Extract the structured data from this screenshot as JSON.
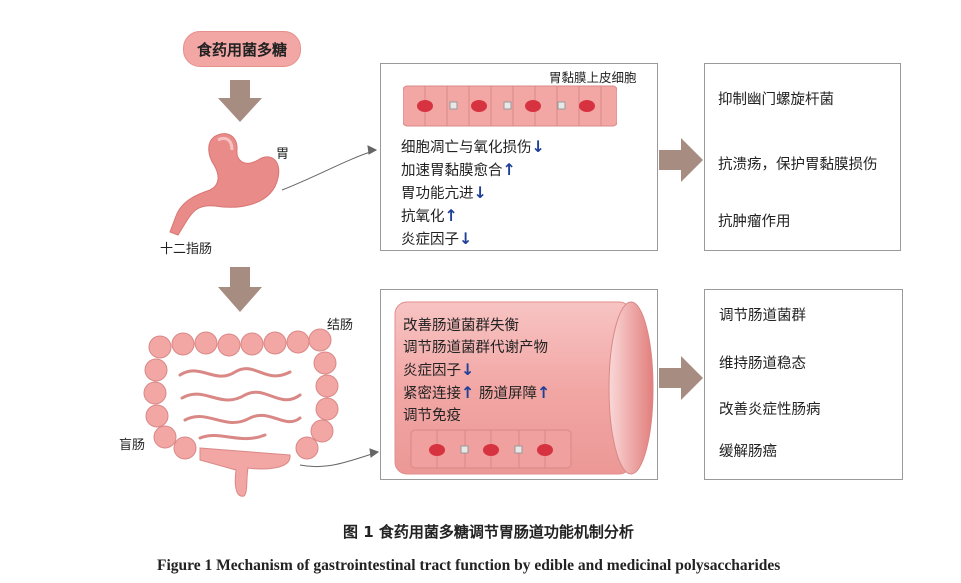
{
  "source_label": "食药用菌多糖",
  "stomach": {
    "organ_label": "胃",
    "duodenum_label": "十二指肠",
    "epithelium_label": "胃黏膜上皮细胞",
    "effects": [
      {
        "text": "细胞凋亡与氧化损伤",
        "arrow": "↓"
      },
      {
        "text": "加速胃黏膜愈合",
        "arrow": "↑"
      },
      {
        "text": "胃功能亢进",
        "arrow": "↓"
      },
      {
        "text": "抗氧化",
        "arrow": "↑"
      },
      {
        "text": "炎症因子",
        "arrow": "↓"
      }
    ],
    "outcomes": [
      "抑制幽门螺旋杆菌",
      "抗溃疡，保护胃黏膜损伤",
      "抗肿瘤作用"
    ]
  },
  "intestine": {
    "colon_label": "结肠",
    "cecum_label": "盲肠",
    "effects": [
      {
        "text": "改善肠道菌群失衡",
        "arrow": ""
      },
      {
        "text": "调节肠道菌群代谢产物",
        "arrow": ""
      },
      {
        "text": "炎症因子",
        "arrow": "↓"
      },
      {
        "text": "紧密连接",
        "arrow": "↑",
        "text2": "肠道屏障",
        "arrow2": "↑"
      },
      {
        "text": "调节免疫",
        "arrow": ""
      }
    ],
    "outcomes": [
      "调节肠道菌群",
      "维持肠道稳态",
      "改善炎症性肠病",
      "缓解肠癌"
    ]
  },
  "caption_zh": "图 1  食药用菌多糖调节胃肠道功能机制分析",
  "caption_en": "Figure 1  Mechanism of gastrointestinal tract function by edible and medicinal polysaccharides",
  "colors": {
    "pink": "#f2a7a5",
    "arrow_blue": "#1f3f98",
    "flow_arrow": "#a78c82"
  }
}
